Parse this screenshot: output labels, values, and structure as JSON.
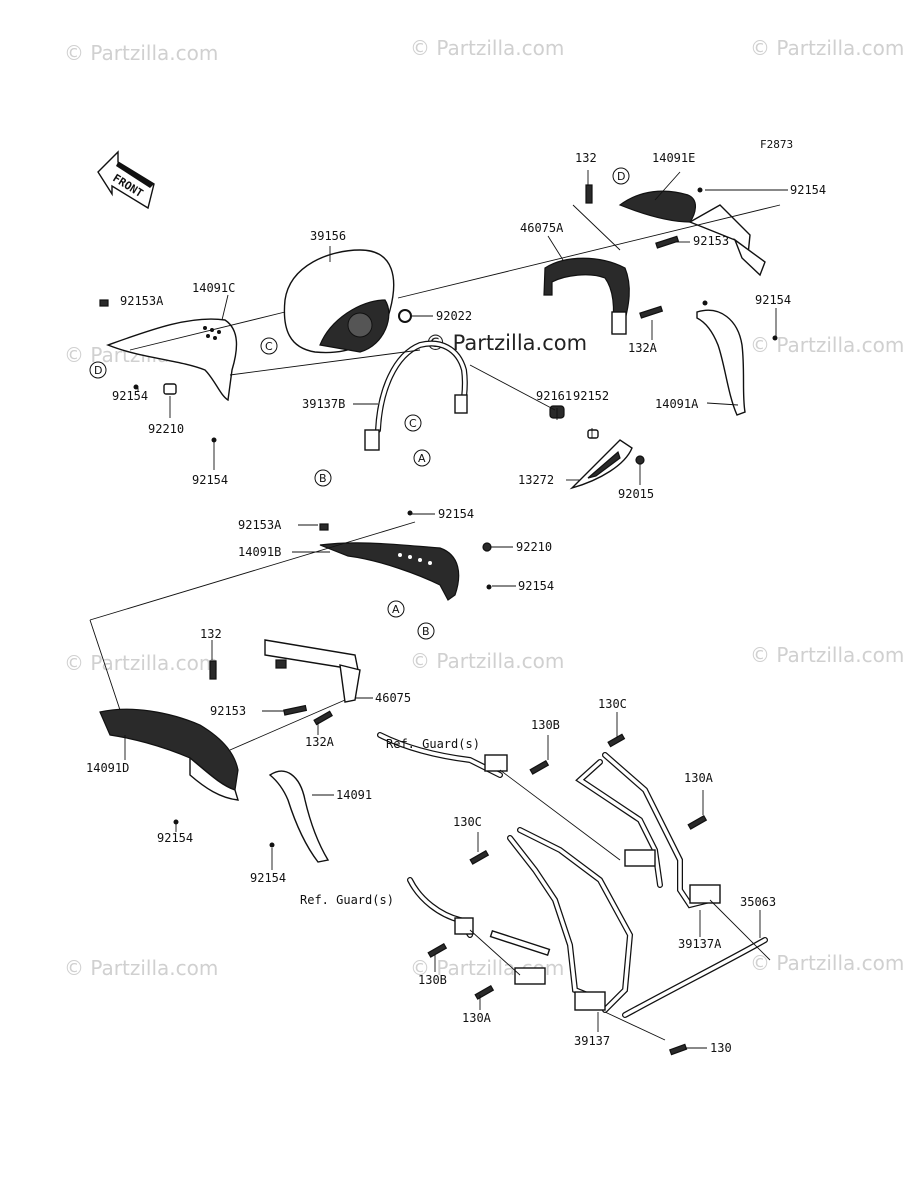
{
  "diagram_code": "F2873",
  "front_label": "FRONT",
  "watermark": "© Partzilla.com",
  "center_watermark": "© Partzilla.com",
  "circle_labels": {
    "A": "A",
    "B": "B",
    "C": "C",
    "D": "D"
  },
  "labels": {
    "p132_top": "132",
    "p14091E": "14091E",
    "p92154_tr": "92154",
    "p39156": "39156",
    "p46075A": "46075A",
    "p92153_top": "92153",
    "p92153A_top": "92153A",
    "p14091C": "14091C",
    "p92022": "92022",
    "p92154_r": "92154",
    "p132A_top": "132A",
    "p92154_l": "92154",
    "p92161": "92161",
    "p92152": "92152",
    "p39137B": "39137B",
    "p14091A": "14091A",
    "p92210_top": "92210",
    "p92154_bl": "92154",
    "p13272": "13272",
    "p92015": "92015",
    "p92153A_mid": "92153A",
    "p92154_mid": "92154",
    "p14091B": "14091B",
    "p92210_mid": "92210",
    "p92154_mid2": "92154",
    "p132_mid": "132",
    "p92153_mid": "92153",
    "p46075": "46075",
    "p132A_mid": "132A",
    "p14091D": "14091D",
    "p14091": "14091",
    "p92154_low": "92154",
    "p92154_low2": "92154",
    "p130C_top": "130C",
    "p130B_top": "130B",
    "ref_guard_top": "Ref. Guard(s)",
    "p130A_right": "130A",
    "p130C_mid": "130C",
    "p35063": "35063",
    "p39137A": "39137A",
    "ref_guard_low": "Ref. Guard(s)",
    "p130B_low": "130B",
    "p130A_low": "130A",
    "p39137": "39137",
    "p130": "130"
  }
}
